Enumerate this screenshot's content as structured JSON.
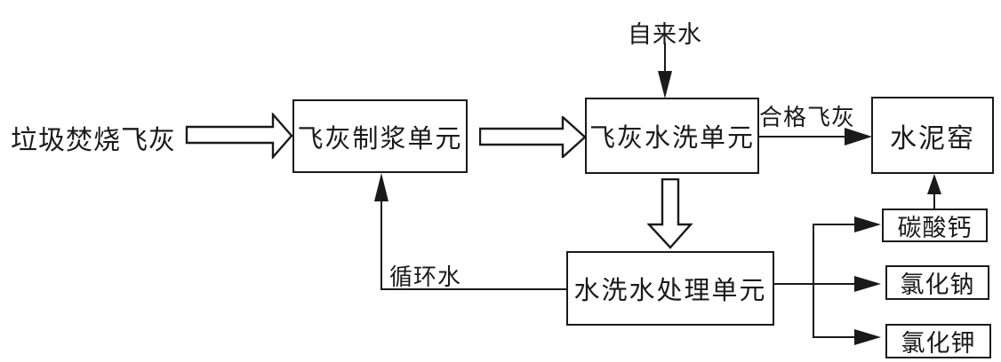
{
  "diagram": {
    "title_hint": "fly-ash-washing-process-flowchart",
    "source_label": "垃圾焚烧飞灰",
    "tap_water_label": "自来水",
    "qualified_ash_label": "合格飞灰",
    "recycled_water_label": "循环水",
    "boxes": {
      "slurry_unit": "飞灰制浆单元",
      "washing_unit": "飞灰水洗单元",
      "cement_kiln": "水泥窑",
      "water_treatment_unit": "水洗水处理单元",
      "calcium_carbonate": "碳酸钙",
      "sodium_chloride": "氯化钠",
      "potassium_chloride": "氯化钾"
    },
    "colors": {
      "line": "#1a1a1a",
      "background": "#ffffff",
      "box_fill": "#ffffff"
    }
  }
}
